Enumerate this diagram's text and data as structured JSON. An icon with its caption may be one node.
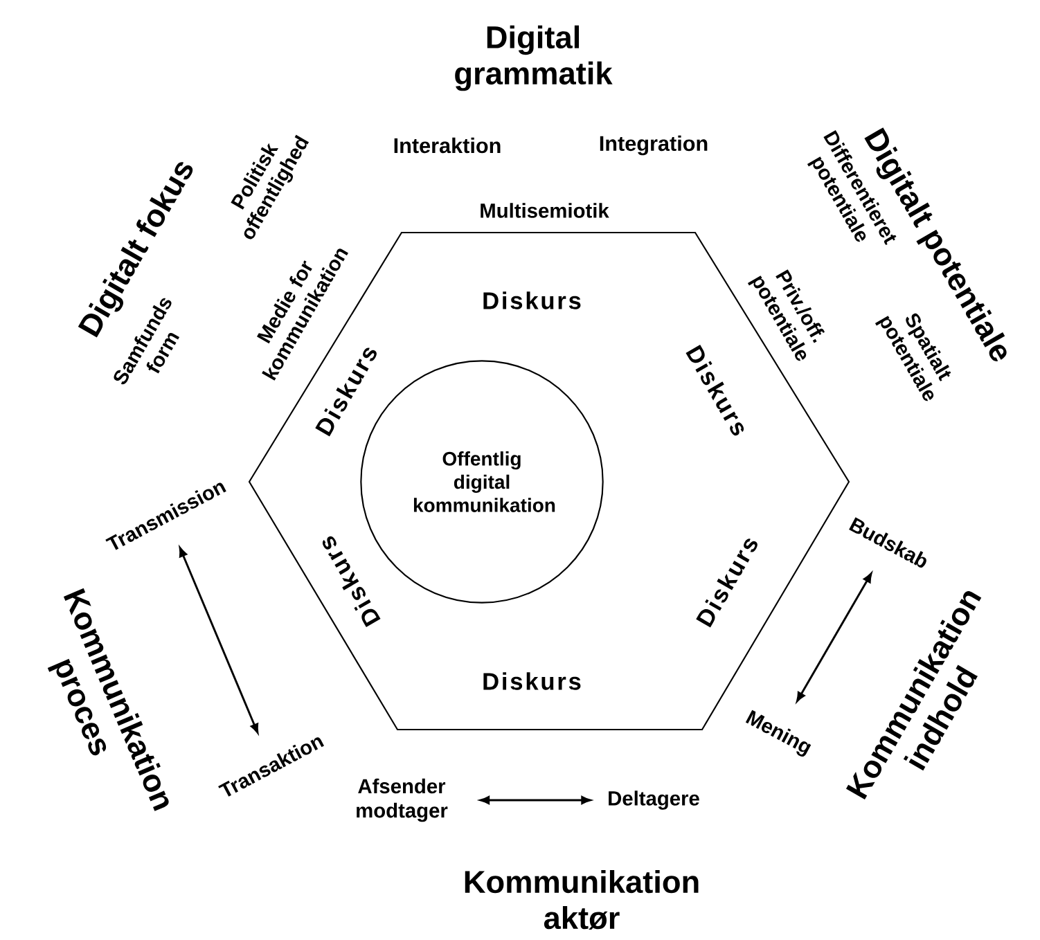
{
  "diagram": {
    "nodes": [
      {
        "text": [
          "Diskurs",
          "Diskurs",
          "Diskurs",
          "Diskurs",
          "Diskurs",
          "Diskurs"
        ]
      },
      {
        "text": [
          "Offentlig digital kommunikation"
        ],
        "in": 0
      },
      {
        "text": [
          "Transmission"
        ]
      },
      {
        "text": [
          "Transaktion"
        ]
      },
      {
        "text": [
          "Afsender modtager"
        ]
      },
      {
        "text": [
          "Deltagere"
        ]
      },
      {
        "text": [
          "Budskab"
        ]
      },
      {
        "text": [
          "Mening"
        ]
      }
    ],
    "edges": [
      {
        "from": 2,
        "to": 3,
        "arrow": "both"
      },
      {
        "from": 4,
        "to": 5,
        "arrow": "both"
      },
      {
        "from": 6,
        "to": 7,
        "arrow": "both"
      }
    ],
    "labels": [
      "Digital grammatik",
      "Interaktion",
      "Integration",
      "Multisemiotik",
      "Digitalt fokus",
      "Politisk offentlighed",
      "Samfunds form",
      "Medie for kommunikation",
      "Digitalt potentiale",
      "Differentieret potentiale",
      "Priv./off. potentiale",
      "Spatialt potentiale",
      "Kommunikation proces",
      "Kommunikation indhold",
      "Kommunikation aktør"
    ]
  }
}
